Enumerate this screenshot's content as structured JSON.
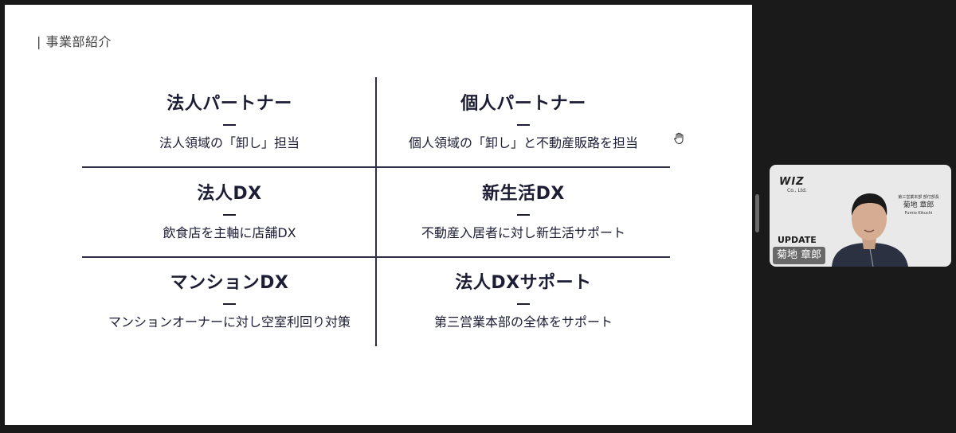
{
  "slide": {
    "section_title": "| 事業部紹介",
    "cells": [
      {
        "heading": "法人パートナー",
        "description": "法人領域の「卸し」担当"
      },
      {
        "heading": "個人パートナー",
        "description": "個人領域の「卸し」と不動産販路を担当"
      },
      {
        "heading": "法人DX",
        "description": "飲食店を主軸に店舗DX"
      },
      {
        "heading": "新生活DX",
        "description": "不動産入居者に対し新生活サポート"
      },
      {
        "heading": "マンションDX",
        "description": "マンションオーナーに対し空室利回り対策"
      },
      {
        "heading": "法人DXサポート",
        "description": "第三営業本部の全体をサポート"
      }
    ]
  },
  "participant": {
    "display_name": "菊地 章郎",
    "logo_text": "WIZ",
    "logo_sub": "Co., Ltd.",
    "background_text": "UPDATE",
    "namecard_role": "第三営業本部 部付部長",
    "namecard_name": "菊地 章郎",
    "namecard_romaji": "Fumio Kikuchi"
  },
  "colors": {
    "slide_text": "#1c1d35",
    "grid_line": "#2e2f44",
    "app_background": "#1a1a1a"
  },
  "icons": [
    "hand-cursor-icon"
  ]
}
